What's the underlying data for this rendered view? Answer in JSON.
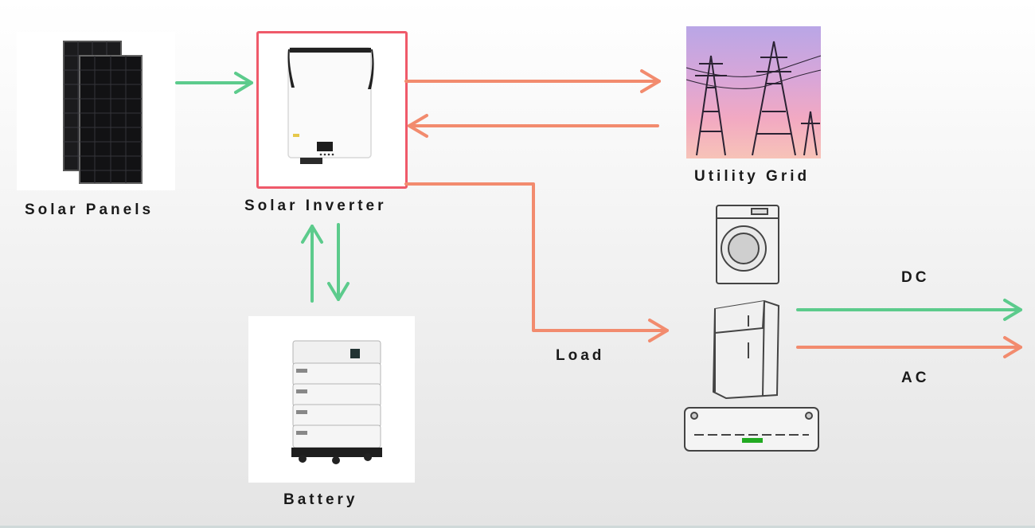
{
  "labels": {
    "solar_panels": "Solar Panels",
    "solar_inverter": "Solar Inverter",
    "utility_grid": "Utility Grid",
    "battery": "Battery",
    "load": "Load",
    "dc": "DC",
    "ac": "AC"
  },
  "colors": {
    "dc_arrow": "#5ccb8c",
    "ac_arrow": "#f28b6e",
    "inverter_border": "#ef5a6a",
    "text": "#1a1a1a"
  },
  "icons": [
    "solar-panel-icon",
    "inverter-icon",
    "power-tower-icon",
    "battery-stack-icon",
    "washing-machine-icon",
    "refrigerator-icon",
    "air-conditioner-icon"
  ]
}
